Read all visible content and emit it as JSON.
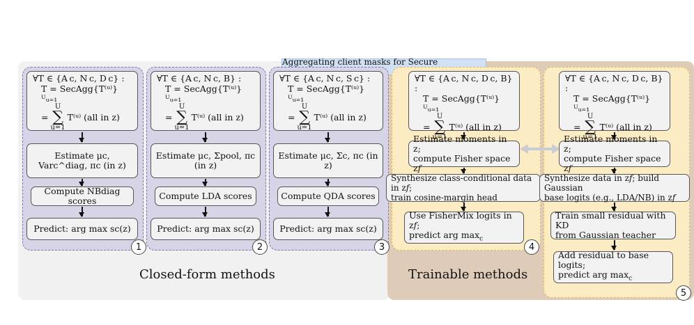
{
  "banner": "Aggregating client masks for Secure Aggregation",
  "groups": {
    "closed": "Closed-form methods",
    "trainable": "Trainable methods"
  },
  "lanes": [
    {
      "number": "1",
      "header_set": "∀T ∈ {A c, N c, D c} :",
      "header_agg": "T = SecAgg{T⁽ᵘ⁾}ᵁᵤ₌₁",
      "header_sum_tail": "T⁽ᵘ⁾  (all in z)",
      "estimate": "Estimate μc, Varc^diag, πc (in z)",
      "scores": "Compute NBdiag scores",
      "predict": "Predict: arg max sc(z)"
    },
    {
      "number": "2",
      "header_set": "∀T ∈ {A c, N c, B} :",
      "header_agg": "T = SecAgg{T⁽ᵘ⁾}ᵁᵤ₌₁",
      "header_sum_tail": "T⁽ᵘ⁾  (all in z)",
      "estimate": "Estimate μc, Σpool, πc (in z)",
      "scores": "Compute LDA scores",
      "predict": "Predict: arg max sc(z)"
    },
    {
      "number": "3",
      "header_set": "∀T ∈ {A c, N c, S c} :",
      "header_agg": "T = SecAgg{T⁽ᵘ⁾}ᵁᵤ₌₁",
      "header_sum_tail": "T⁽ᵘ⁾  (all in z)",
      "estimate": "Estimate μc, Σc, πc (in z)",
      "scores": "Compute QDA scores",
      "predict": "Predict: arg max sc(z)"
    },
    {
      "number": "4",
      "header_set": "∀T ∈ {A c, N c, D c, B} :",
      "header_agg": "T = SecAgg{T⁽ᵘ⁾}ᵁᵤ₌₁",
      "header_sum_tail": "T⁽ᵘ⁾  (all in z)",
      "estimate_1": "Estimate moments in z;",
      "estimate_2": "compute Fisher space z",
      "step3_1": "Synthesize class-conditional data in z",
      "step3_2": "train cosine-margin head",
      "step4_1": "Use FisherMix logits in z",
      "step4_2": "predict  arg max"
    },
    {
      "number": "5",
      "header_set": "∀T ∈ {A c, N c, D c, B} :",
      "header_agg": "T = SecAgg{T⁽ᵘ⁾}ᵁᵤ₌₁",
      "header_sum_tail": "T⁽ᵘ⁾  (all in z)",
      "estimate_1": "Estimate moments in z;",
      "estimate_2": "compute Fisher space z",
      "step3_1": "Synthesize data in z",
      "step3_1b": "; build Gaussian",
      "step3_2": "base logits (e.g., LDA/NB) in z",
      "step4_1": "Train small residual with KD",
      "step4_2": "from Gaussian teacher",
      "step5_1": "Add residual to base logits;",
      "step5_2": "predict  arg max"
    }
  ],
  "colors": {
    "closed_bg": "#f2f2f2",
    "trainable_bg": "#dcc8b4",
    "lane_purple": "#d6d3e8",
    "lane_purple_border": "#7d78a8",
    "lane_yellow": "#fcecc4",
    "lane_yellow_border": "#e3b85c",
    "banner": "#cfe1f3"
  }
}
